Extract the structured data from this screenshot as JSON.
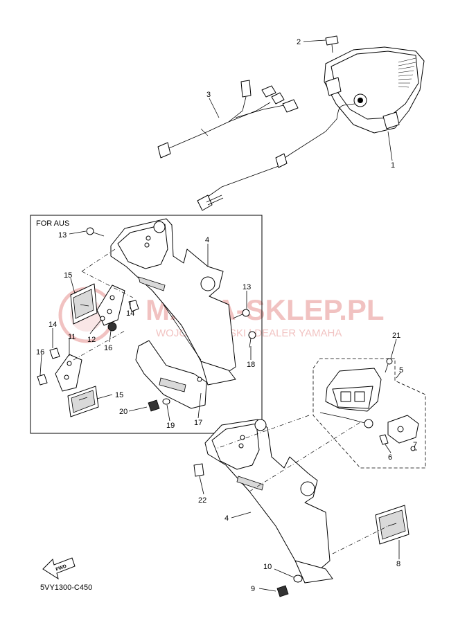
{
  "diagram": {
    "code": "5VY1300-C450",
    "box_label": "FOR AUS",
    "fwd_label": "FWD",
    "watermark": {
      "title": "MAMA-SKLEP.PL",
      "subtitle": "WOJCIECHOWSKI | DEALER YAMAHA",
      "color": "#d9534f"
    },
    "callouts": [
      "2",
      "3",
      "1",
      "13",
      "4",
      "15",
      "13",
      "14",
      "12",
      "14",
      "16",
      "11",
      "16",
      "18",
      "15",
      "20",
      "19",
      "17",
      "21",
      "5",
      "7",
      "6",
      "22",
      "4",
      "8",
      "10",
      "9"
    ]
  }
}
